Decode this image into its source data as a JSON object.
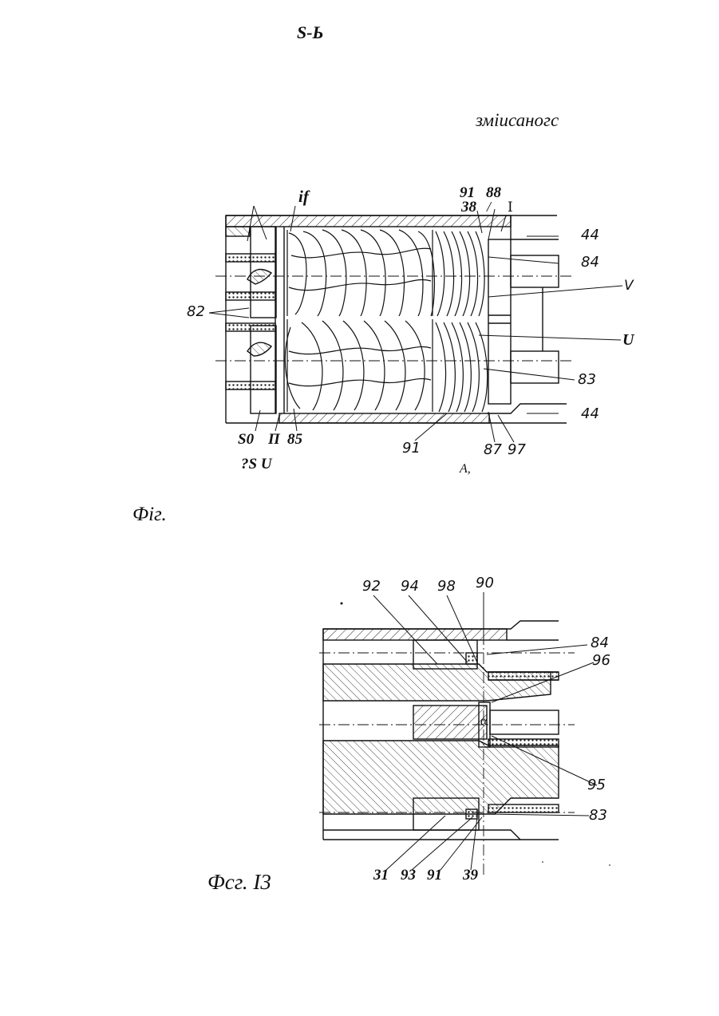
{
  "header": {
    "mark": "S-Ь",
    "word": "зміисаногс"
  },
  "fig1": {
    "caption": "Фіг.",
    "labels": {
      "if": "if",
      "n91a": "91",
      "n88": "88",
      "n38": "38",
      "slash": "/",
      "roman": "I",
      "n44a": "44",
      "n84": "84",
      "V": "V",
      "U": "U",
      "n82": "82",
      "n83": "83",
      "n44b": "44",
      "s0": "S0",
      "pi": "П",
      "n85": "85",
      "n91b": "91",
      "n87": "87",
      "n97": "97",
      "qsu": "?S U",
      "a": "A,"
    }
  },
  "fig2": {
    "caption": "Фсг. I3",
    "labels": {
      "n92": "92",
      "n94": "94",
      "n98": "98",
      "n90": "90",
      "n84": "84",
      "n96": "96",
      "alpha": "α",
      "n95": "95",
      "n83": "83",
      "n31": "31",
      "n93": "93",
      "n91": "91",
      "n39": "39"
    }
  }
}
